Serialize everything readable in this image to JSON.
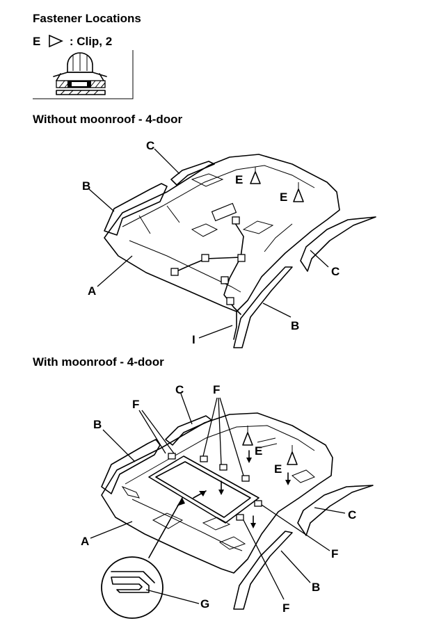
{
  "title": "Fastener Locations",
  "legend": {
    "letter": "E",
    "icon": "triangle-icon",
    "label": ": Clip, 2"
  },
  "sections": [
    {
      "heading": "Without moonroof - 4-door",
      "callouts": [
        "C",
        "B",
        "E",
        "E",
        "C",
        "A",
        "B",
        "I"
      ]
    },
    {
      "heading": "With moonroof - 4-door",
      "callouts": [
        "F",
        "C",
        "F",
        "B",
        "E",
        "E",
        "C",
        "A",
        "F",
        "B",
        "F",
        "G"
      ]
    }
  ]
}
